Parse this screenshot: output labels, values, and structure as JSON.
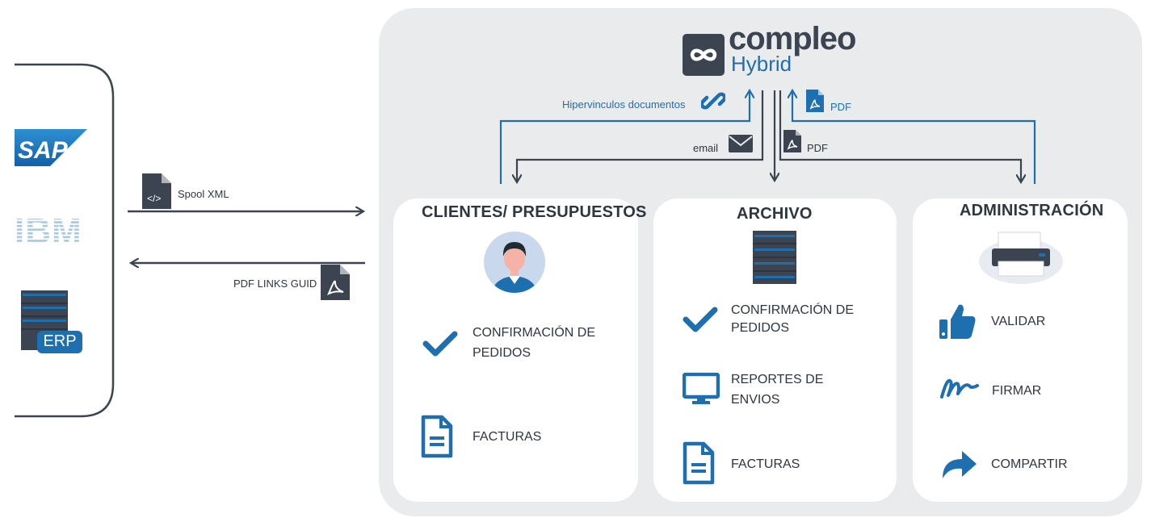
{
  "brand": {
    "name": "compleo",
    "product": "Hybrid"
  },
  "sources": {
    "sap_label": "SAP",
    "ibm_label": "IBM",
    "erp_label": "ERP",
    "spool_label": "Spool XML",
    "pdf_links_label": "PDF LINKS GUID"
  },
  "flows": {
    "hyperlinks_label": "Hipervinculos documentos",
    "email_label": "email",
    "pdf_down_label": "PDF",
    "pdf_up_label": "PDF"
  },
  "cards": {
    "clientes": {
      "title": "CLIENTES/ PRESUPUESTOS",
      "item1_line1": "CONFIRMACIÓN DE",
      "item1_line2": "PEDIDOS",
      "item2": "FACTURAS"
    },
    "archivo": {
      "title": "ARCHIVO",
      "item1_line1": "CONFIRMACIÓN DE",
      "item1_line2": "PEDIDOS",
      "item2_line1": "REPORTES DE",
      "item2_line2": "ENVIOS",
      "item3": "FACTURAS"
    },
    "administracion": {
      "title": "ADMINISTRACIÓN",
      "item1": "VALIDAR",
      "item2": "FIRMAR",
      "item3": "COMPARTIR"
    }
  },
  "colors": {
    "accent_blue": "#1e6fb0",
    "dark": "#3b4450",
    "panel": "#eaebed"
  }
}
